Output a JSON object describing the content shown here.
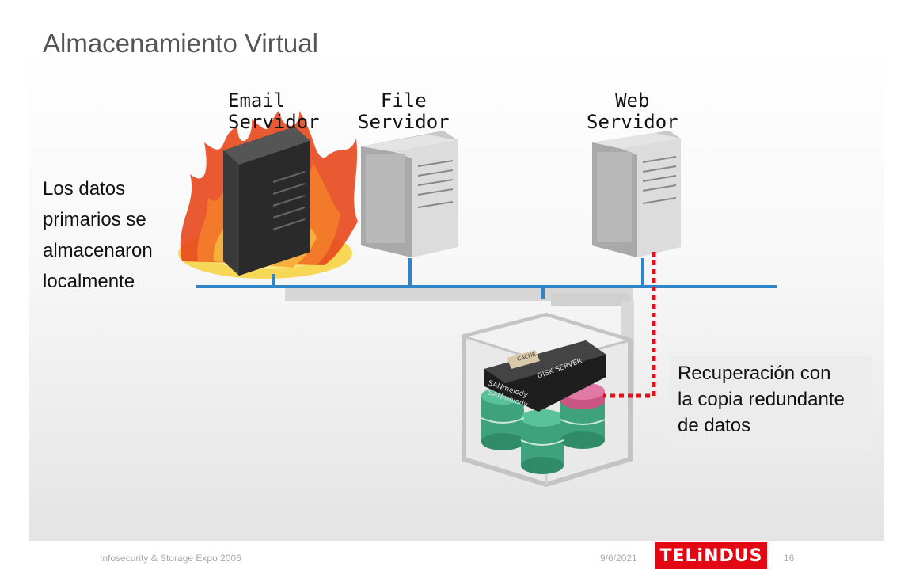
{
  "title": "Almacenamiento Virtual",
  "servers": {
    "email": "Email\nServidor",
    "file": "File\nServidor",
    "web": "Web\nServidor"
  },
  "primary_note": "Los datos\nprimarios se\nalmacenaron\nlocalmente",
  "recovery_note": "Recuperación con\nla copia redundante\nde datos",
  "storage_labels": {
    "cache": "CACHE",
    "disk_server": "DISK SERVER",
    "sanmelody_1": "SANmelody",
    "sanmelody_2": "SANmelody"
  },
  "footer": {
    "event": "Infosecurity & Storage Expo 2006",
    "date": "9/6/2021",
    "page": "16",
    "logo": "TELiNDUS"
  },
  "colors": {
    "network_line": "#2e86c8",
    "recovery_path": "#e3101b",
    "fire": "#e8481c",
    "disk_green": "#3ea27d",
    "disk_pink": "#c95583",
    "logo_red": "#e30613"
  }
}
